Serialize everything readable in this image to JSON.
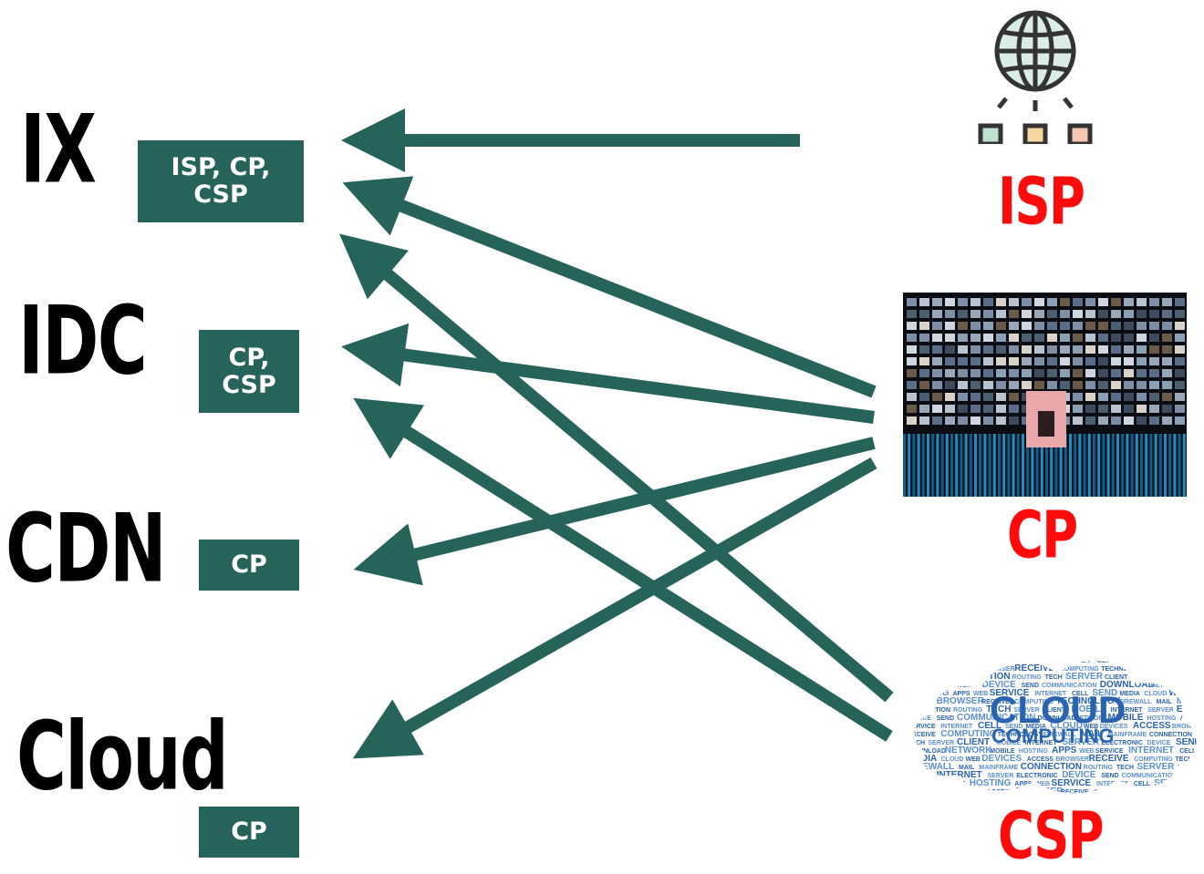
{
  "left": {
    "ix": {
      "label": "IX",
      "box": [
        "ISP, CP,",
        "CSP"
      ]
    },
    "idc": {
      "label": "IDC",
      "box": [
        "CP,",
        "CSP"
      ]
    },
    "cdn": {
      "label": "CDN",
      "box": [
        "CP"
      ]
    },
    "cloud": {
      "label": "Cloud",
      "box": [
        "CP"
      ]
    }
  },
  "right": {
    "isp": {
      "label": "ISP",
      "icon": "globe-network-icon"
    },
    "cp": {
      "label": "CP",
      "icon": "video-wall-image"
    },
    "csp": {
      "label": "CSP",
      "icon": "cloud-computing-word-cloud"
    }
  },
  "cloud_words": [
    "MOBILE",
    "HOSTING",
    "APPS",
    "WEB",
    "SERVICE",
    "INTERNET",
    "CELL",
    "SEND",
    "MEDIA",
    "CLOUD",
    "WEB",
    "DEVICES",
    "ACCESS",
    "BROWSER",
    "RECEIVE",
    "COMPUTING",
    "TECHNOLOGY",
    "FIREWALL",
    "MAIL",
    "MAINFRAME",
    "CONNECTION",
    "ROUTING",
    "TECH",
    "SERVER",
    "CLIENT",
    "MOBILE",
    "INTERNET",
    "SERVER",
    "ELECTRONIC",
    "DEVICE",
    "SEND",
    "COMMUNICATION",
    "DOWNLOAD",
    "NETWORK"
  ],
  "colors": {
    "arrow": "#26635a",
    "box": "#26635a",
    "right_label": "#ff0b0b",
    "cloud_text": "#2a64b0"
  }
}
